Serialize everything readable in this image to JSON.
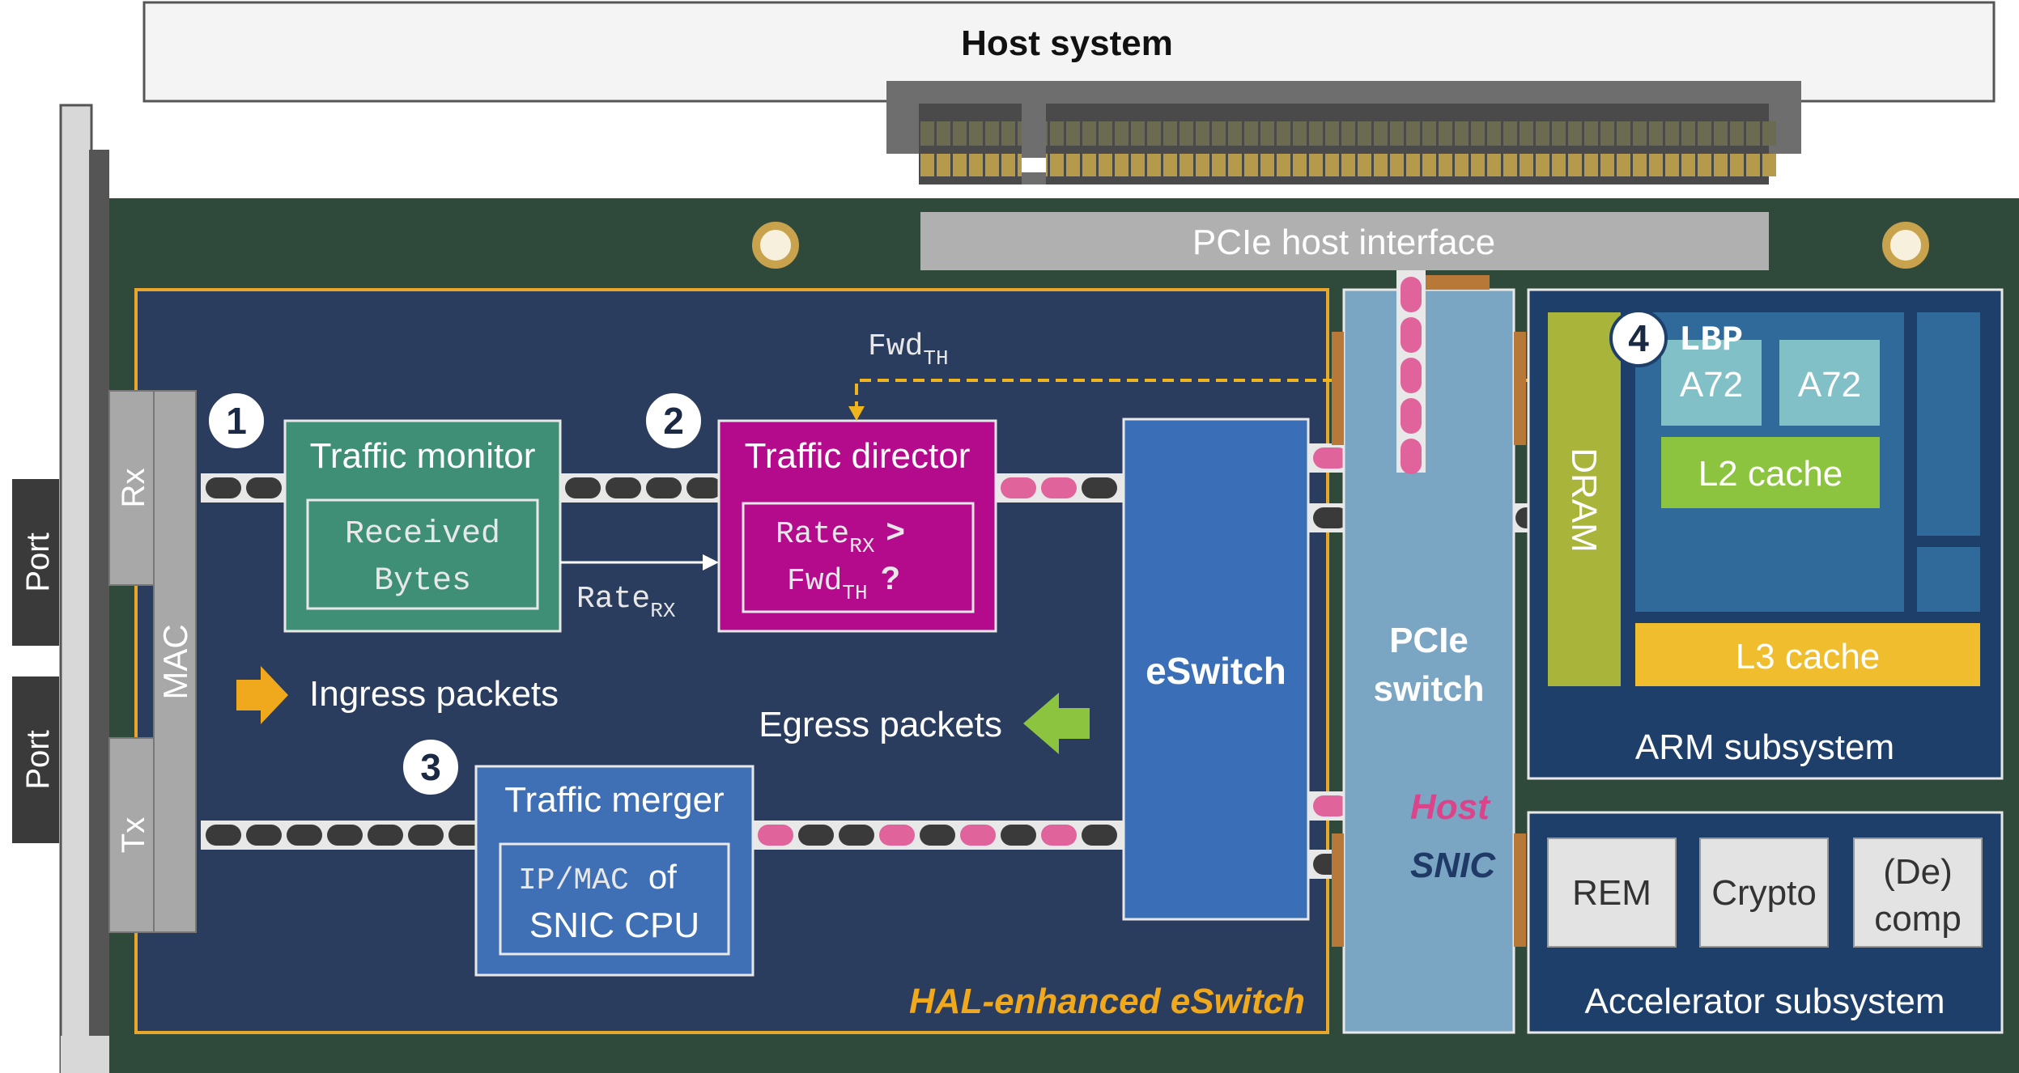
{
  "host": {
    "title": "Host system"
  },
  "pcie_host_interface": {
    "label": "PCIe host interface"
  },
  "ports": {
    "port_top": "Port",
    "port_bottom": "Port"
  },
  "mac": {
    "label": "MAC",
    "rx": "Rx",
    "tx": "Tx"
  },
  "steps": {
    "s1": "1",
    "s2": "2",
    "s3": "3",
    "s4": "4"
  },
  "traffic_monitor": {
    "title": "Traffic monitor",
    "line1": "Received",
    "line2": "Bytes"
  },
  "traffic_director": {
    "title": "Traffic director",
    "rate_base": "Rate",
    "rate_sub": "RX",
    "gt": ">",
    "fwd_base": "Fwd",
    "fwd_sub": "TH",
    "q": "?"
  },
  "rate_arrow": {
    "base": "Rate",
    "sub": "RX"
  },
  "fwd_label": {
    "base": "Fwd",
    "sub": "TH"
  },
  "traffic_merger": {
    "title": "Traffic merger",
    "ipmac": "IP/MAC",
    "of": "of",
    "line2": "SNIC CPU"
  },
  "legend": {
    "ingress": "Ingress packets",
    "egress": "Egress packets"
  },
  "eswitch": {
    "label": "eSwitch",
    "region": "HAL-enhanced eSwitch"
  },
  "pcie_switch": {
    "line1": "PCIe",
    "line2": "switch",
    "host": "Host",
    "snic": "SNIC"
  },
  "arm": {
    "dram": "DRAM",
    "lbp": "LBP",
    "a72_1": "A72",
    "a72_2": "A72",
    "l2": "L2 cache",
    "l3": "L3 cache",
    "label": "ARM subsystem"
  },
  "accel": {
    "rem": "REM",
    "crypto": "Crypto",
    "decomp1": "(De)",
    "decomp2": "comp",
    "label": "Accelerator subsystem"
  },
  "colors": {
    "board": "#2f4a3a",
    "eswitch_bg": "#2b3d5e",
    "monitor": "#3f8f76",
    "director": "#b40b8c",
    "merger": "#3f6fb5",
    "eswitch": "#3a6fb8",
    "pcie_switch": "#7aa6c4",
    "arm_bg": "#1f3f6b",
    "dram": "#a8b53a",
    "a72": "#82c0c8",
    "l2": "#8cc43f",
    "l3": "#f0bd2e",
    "accent_orange": "#f0a81c",
    "ingress_arrow": "#f0a81c",
    "egress_arrow": "#8cc43f",
    "pink_packet": "#e0639c",
    "dark_packet": "#3a3a3a"
  }
}
